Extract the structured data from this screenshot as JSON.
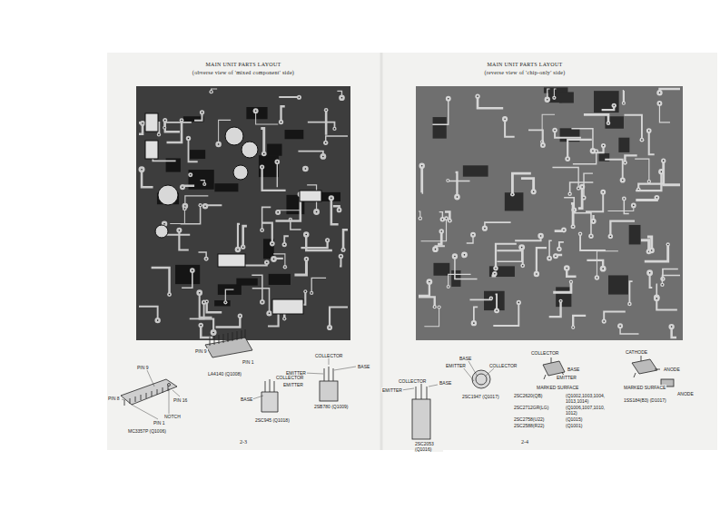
{
  "diagram": {
    "labels": [
      "MAIN UNIT PARTS LAYOUT",
      "(obverse view of 'mixed component' side)",
      "MAIN UNIT PARTS LAYOUT",
      "(reverse view of 'chip-only' side)",
      "PIN 9",
      "PIN 16",
      "PIN 8",
      "NOTCH",
      "PIN 1",
      "MC3357P (Q1006)",
      "PIN 9",
      "PIN 1",
      "LA4140 (Q1008)",
      "COLLECTOR",
      "EMITTER",
      "BASE",
      "2SC945 (Q1018)",
      "COLLECTOR",
      "BASE",
      "EMITTER",
      "2SB780 (Q1009)",
      "2-3",
      "COLLECTOR",
      "EMITTER",
      "BASE",
      "2SC2053 (Q1016)",
      "BASE",
      "EMITTER",
      "COLLECTOR",
      "2SC1947 (Q1017)",
      "COLLECTOR",
      "BASE",
      "EMITTER",
      "2SC2620(QB)",
      "(Q1002,1003,1004, 1013,1014)",
      "2SC2712GR(LG)",
      "(Q1006,1007,1010, 1012)",
      "2SC2758(U22)",
      "(Q1015)",
      "2SC2588(R22)",
      "(Q1001)",
      "MARKED SURFACE",
      "CATHODE",
      "ANODE",
      "MARKED SURFACE",
      "ANODE",
      "1SS184(B3) (D1017)",
      "2-4"
    ]
  }
}
